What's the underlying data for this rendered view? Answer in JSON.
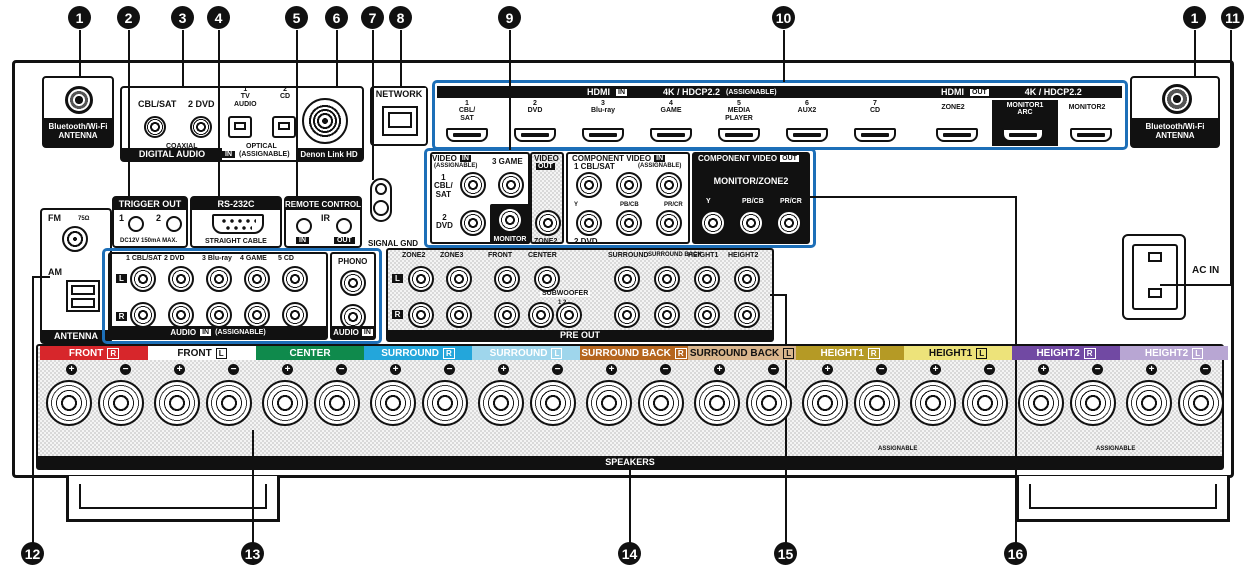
{
  "callouts": [
    "1",
    "2",
    "3",
    "4",
    "5",
    "6",
    "7",
    "8",
    "9",
    "10",
    "1",
    "11",
    "12",
    "13",
    "14",
    "15",
    "16"
  ],
  "antenna_bt": "Bluetooth/Wi-Fi\nANTENNA",
  "digital_audio": {
    "title": "DIGITAL AUDIO",
    "coaxial": "COAXIAL",
    "cbl_sat": "CBL/SAT",
    "dvd": "2 DVD",
    "optical": "OPTICAL",
    "in_tag": "IN",
    "assignable": "(ASSIGNABLE)",
    "tv_audio": "1\nTV\nAUDIO",
    "cd": "2\nCD"
  },
  "denon_link": "Denon Link HD",
  "network": "NETWORK",
  "hdmi_in": {
    "title": "HDMI",
    "tag": "IN",
    "spec": "4K / HDCP2.2",
    "assignable": "(ASSIGNABLE)",
    "ports": [
      "1\nCBL/\nSAT",
      "2\nDVD",
      "3\nBlu-ray",
      "4\nGAME",
      "5\nMEDIA\nPLAYER",
      "6\nAUX2",
      "7\nCD"
    ]
  },
  "hdmi_out": {
    "title": "HDMI",
    "tag": "OUT",
    "spec": "4K / HDCP2.2",
    "ports": [
      "ZONE2",
      "MONITOR1\nARC",
      "MONITOR2"
    ]
  },
  "trigger_out": {
    "title": "TRIGGER OUT",
    "p1": "1",
    "p2": "2",
    "spec": "DC12V 150mA MAX."
  },
  "rs232c": {
    "title": "RS-232C",
    "sub": "STRAIGHT CABLE"
  },
  "remote": {
    "title": "REMOTE CONTROL",
    "ir": "IR",
    "in": "IN",
    "out": "OUT"
  },
  "signal_gnd": "SIGNAL GND",
  "video_in": {
    "title": "VIDEO",
    "tag": "IN",
    "assignable": "(ASSIGNABLE)",
    "p1": "1\nCBL/\nSAT",
    "p2": "2\nDVD",
    "p3": "3 GAME"
  },
  "video_out": {
    "title": "VIDEO",
    "tag": "OUT",
    "monitor": "MONITOR",
    "zone2": "ZONE2"
  },
  "component_in": {
    "title": "COMPONENT VIDEO",
    "tag": "IN",
    "assignable": "(ASSIGNABLE)",
    "cbl_sat": "1 CBL/SAT",
    "dvd": "2 DVD",
    "y": "Y",
    "pb": "PB/CB",
    "pr": "PR/CR"
  },
  "component_out": {
    "title": "COMPONENT VIDEO",
    "tag": "OUT",
    "sub": "MONITOR/ZONE2",
    "y": "Y",
    "pb": "PB/CB",
    "pr": "PR/CR"
  },
  "antenna": {
    "fm": "FM",
    "ohm": "75Ω",
    "am": "AM",
    "title": "ANTENNA"
  },
  "audio_in": {
    "title": "AUDIO",
    "tag": "IN",
    "assignable": "(ASSIGNABLE)",
    "ports": [
      "1 CBL/SAT",
      "2 DVD",
      "3 Blu-ray",
      "4 GAME",
      "5 CD"
    ],
    "l": "L",
    "r": "R"
  },
  "phono": {
    "title": "PHONO",
    "footer": "AUDIO",
    "tag": "IN"
  },
  "pre_out": {
    "title": "PRE OUT",
    "ports": [
      "ZONE2",
      "ZONE3",
      "FRONT",
      "CENTER",
      "SURROUND",
      "SURROUND BACK",
      "HEIGHT1",
      "HEIGHT2"
    ],
    "subwoofer": "SUBWOOFER",
    "sw12": "1  2",
    "l": "L",
    "r": "R"
  },
  "ac_in": "AC IN",
  "speakers": {
    "title": "SPEAKERS",
    "assignable": "ASSIGNABLE",
    "channels": [
      {
        "label": "FRONT",
        "tag": "R",
        "bg": "#d7262b",
        "fg": "#ffffff"
      },
      {
        "label": "FRONT",
        "tag": "L",
        "bg": "#ffffff",
        "fg": "#111111"
      },
      {
        "label": "CENTER",
        "tag": "",
        "bg": "#0f8a4c",
        "fg": "#ffffff"
      },
      {
        "label": "SURROUND",
        "tag": "R",
        "bg": "#23a6db",
        "fg": "#ffffff"
      },
      {
        "label": "SURROUND",
        "tag": "L",
        "bg": "#9fd6ec",
        "fg": "#ffffff"
      },
      {
        "label": "SURROUND BACK",
        "tag": "R",
        "bg": "#b5651d",
        "fg": "#ffffff"
      },
      {
        "label": "SURROUND BACK",
        "tag": "L",
        "bg": "#d9b58c",
        "fg": "#111111"
      },
      {
        "label": "HEIGHT1",
        "tag": "R",
        "bg": "#b59a25",
        "fg": "#ffffff"
      },
      {
        "label": "HEIGHT1",
        "tag": "L",
        "bg": "#ede37a",
        "fg": "#111111"
      },
      {
        "label": "HEIGHT2",
        "tag": "R",
        "bg": "#7149a3",
        "fg": "#ffffff"
      },
      {
        "label": "HEIGHT2",
        "tag": "L",
        "bg": "#b8a6d3",
        "fg": "#ffffff"
      }
    ]
  },
  "colors": {
    "highlight": "#1d6fb8"
  }
}
